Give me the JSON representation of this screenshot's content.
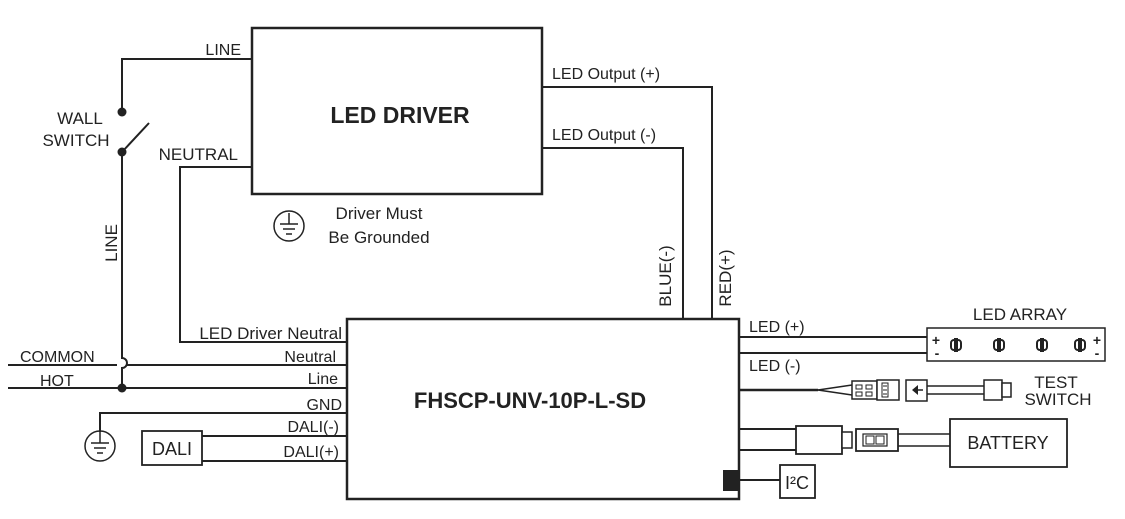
{
  "led_driver": {
    "title": "LED DRIVER",
    "line_label": "LINE",
    "neutral_label": "NEUTRAL",
    "output_pos_label": "LED Output (+)",
    "output_neg_label": "LED Output (-)",
    "ground_note_line1": "Driver Must",
    "ground_note_line2": "Be Grounded"
  },
  "wall_switch": {
    "line1": "WALL",
    "line2": "SWITCH"
  },
  "vertical_line_label": "LINE",
  "supply": {
    "common_label": "COMMON",
    "hot_label": "HOT"
  },
  "main_unit": {
    "title": "FHSCP-UNV-10P-L-SD",
    "led_driver_neutral": "LED Driver Neutral",
    "neutral": "Neutral",
    "line": "Line",
    "gnd": "GND",
    "dali_neg": "DALI(-)",
    "dali_pos": "DALI(+)",
    "blue_label": "BLUE(-)",
    "red_label": "RED(+)",
    "led_pos": "LED (+)",
    "led_neg": "LED (-)"
  },
  "dali_box": "DALI",
  "led_array": {
    "label": "LED ARRAY",
    "plus": "+",
    "minus": "-"
  },
  "test_switch": {
    "line1": "TEST",
    "line2": "SWITCH"
  },
  "battery": "BATTERY",
  "i2c": "I²C",
  "colors": {
    "line": "#222222",
    "background": "#ffffff"
  }
}
